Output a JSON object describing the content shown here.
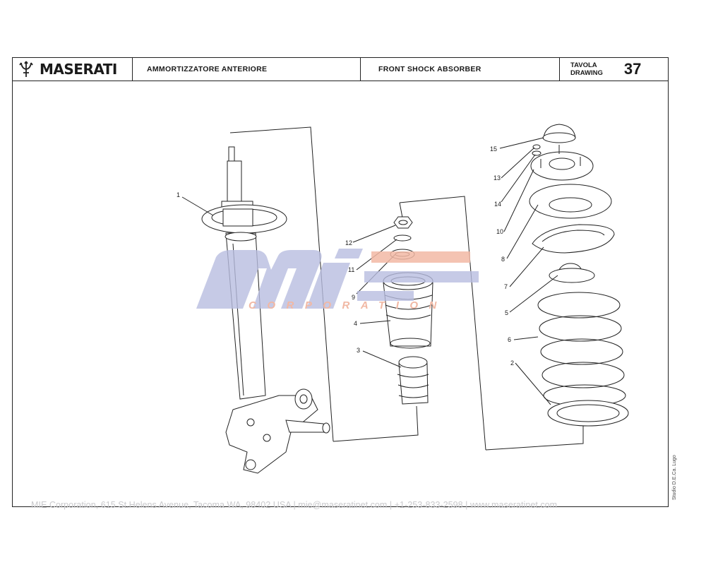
{
  "header": {
    "brand": "MASERATI",
    "title_it": "AMMORTIZZATORE ANTERIORE",
    "title_en": "FRONT SHOCK ABSORBER",
    "drawing_label_it": "TAVOLA",
    "drawing_label_en": "DRAWING",
    "drawing_number": "37"
  },
  "callouts": {
    "c1": "1",
    "c2": "2",
    "c3": "3",
    "c4": "4",
    "c5": "5",
    "c6": "6",
    "c7": "7",
    "c8": "8",
    "c9": "9",
    "c10": "10",
    "c11": "11",
    "c12": "12",
    "c13": "13",
    "c14": "14",
    "c15": "15"
  },
  "watermark": {
    "logo_text": "MIE",
    "sub_text": "CORPORATION"
  },
  "footer": {
    "text": "MIE Corporation, 615 St.Helens Avenue, Tacoma WA, 98402 USA  |  mie@maseratinet.com  |   +1-253-833-2598  |  www.maseratinet.com"
  },
  "studio_mark": "Studio D.E.Ca.  Lugo"
}
